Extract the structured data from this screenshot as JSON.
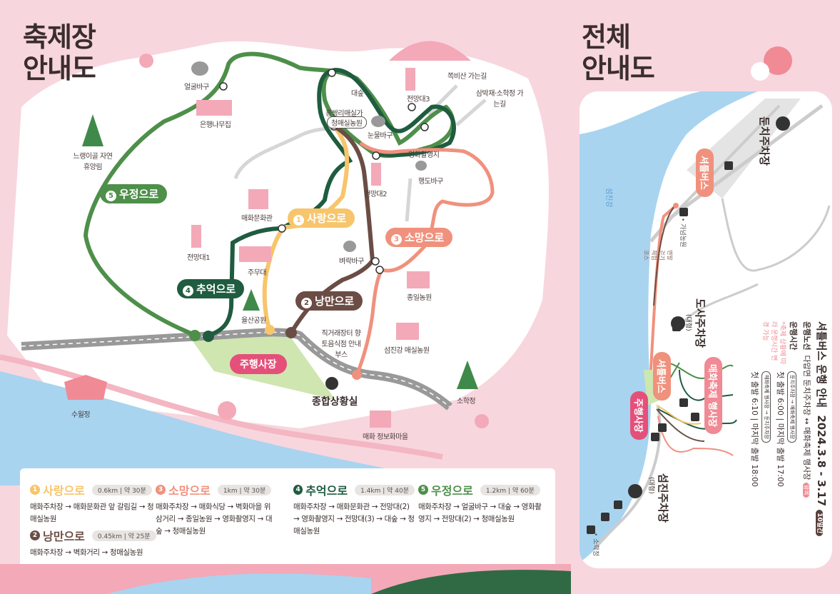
{
  "left_title": [
    "축제장",
    "안내도"
  ],
  "right_title": [
    "전체",
    "안내도"
  ],
  "colors": {
    "route1": "#f7c56b",
    "route2": "#6b4d45",
    "route3": "#f0917d",
    "route4": "#1f5c40",
    "route5": "#4e8f4a",
    "pink": "#f08a94",
    "hot_pink": "#e5507a",
    "river": "#a8d4f0"
  },
  "routes": [
    {
      "num": "1",
      "name": "사랑으로",
      "distance": "0.6km | 약 30분",
      "path": "매화주차장 → 매화문화관 앞 갈림길 → 청매실농원"
    },
    {
      "num": "2",
      "name": "낭만으로",
      "distance": "0.45km | 약 25분",
      "path": "매화주차장 → 벽화거리 → 청매실농원"
    },
    {
      "num": "3",
      "name": "소망으로",
      "distance": "1km | 약 30분",
      "path": "매화주차장 → 매화식당 → 벽화마을 위 삼거리 → 종일농원 → 영화촬영지 → 대숲 → 청매실농원"
    },
    {
      "num": "4",
      "name": "추억으로",
      "distance": "1.4km | 약 40분",
      "path": "매화주차장 → 매화문화관 → 전망대(2) → 영화촬영지 → 전망대(3) → 대숲 → 청매실농원"
    },
    {
      "num": "5",
      "name": "우정으로",
      "distance": "1.2km | 약 60분",
      "path": "매화주차장 → 얼굴바구 → 대숲 → 영화촬영지 → 전망대(2) → 청매실농원"
    }
  ],
  "map_labels": {
    "eolgul": "얼굴바구",
    "eunhaeng": "은행나무집",
    "neuraengi": "느랭이골 자연휴양림",
    "daesup": "대숲",
    "hongssangri": "홍쌍리매실가",
    "cheongmae": "청매실농원",
    "jjokbi": "쪽비산 가는길",
    "sambak": "삼박재·소학정 가는길",
    "jeonmang3": "전망대3",
    "nunmul": "눈물바구",
    "younghwa": "영화촬영지",
    "haengdo": "행도바구",
    "jeonmang2": "전망대2",
    "munhwa": "매화문화관",
    "jeonmang1": "전망대1",
    "jumudae": "주무대",
    "byeorak": "벼락바구",
    "jongil": "종일농원",
    "yulsan": "율산공원",
    "jikgeorae": "직거래장터 향토음식점 안내부스",
    "seomjin_farm": "섬진강 매실농원",
    "suwol": "수월정",
    "sohak": "소학정",
    "jongbo": "매화 정보화마을",
    "parking": "주행사장",
    "control": "종합상황실"
  },
  "right_panel": {
    "river": "섬진강",
    "parking_top": "둔치주차장",
    "parking_mid": "도사주차장",
    "parking_mid_sub": "(대형)",
    "parking_bottom": "섬진주차장",
    "parking_bottom_sub": "(대형)",
    "shuttle": "셔틀버스",
    "main_venue": "주행사장",
    "festival_venue": "매화축제 행사장",
    "gaheom": "• 가넘농원",
    "walk_course": "맨발걷기 체험코스",
    "sohak": "• 소학정",
    "bus_title": "셔틀버스 운행 안내",
    "bus_dates": "2024.3.8 - 3.17",
    "bus_days": "10일간",
    "route_label": "운행노선",
    "route_value": "다압면 둔치주차장 ↔ 매화축제 행사장",
    "route_badge": "왕복",
    "time_label": "운행시간",
    "time_note": "*축제 상황에 따라 운행시간 변경 가능",
    "dir1": "둔치주차장 → 매화축제 행사장",
    "dir1_time": "첫 출발 6:00 | 마지막 출발 17:00",
    "dir2": "매화축제 행사장 → 둔치주차장",
    "dir2_time": "첫 출발 6:10 | 마지막 출발 18:00"
  }
}
